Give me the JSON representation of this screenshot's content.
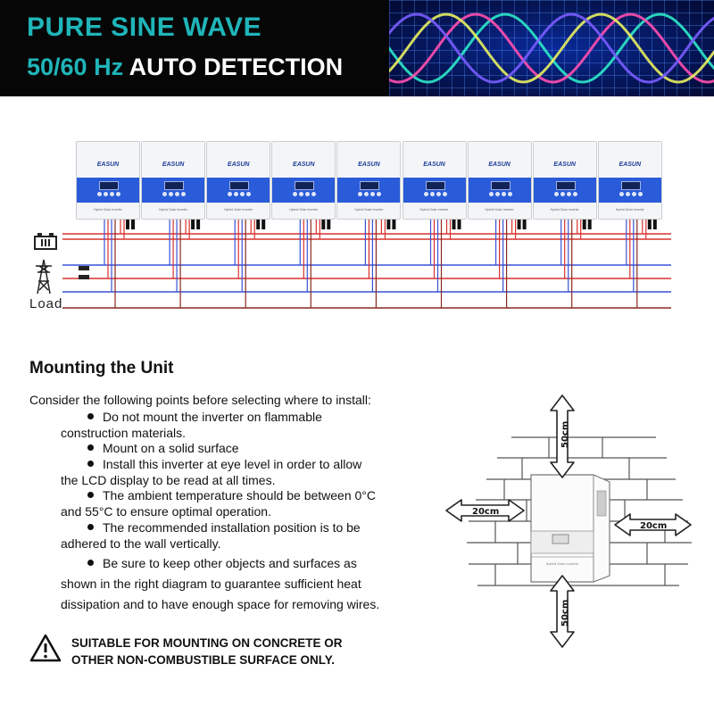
{
  "banner": {
    "line1": "PURE SINE WAVE",
    "line2_freq": "50/60 Hz",
    "line2_rest": "AUTO DETECTION",
    "wave_colors": [
      "#2de8c8",
      "#ff4fb0",
      "#e8f060",
      "#7a5cff"
    ]
  },
  "diagram": {
    "inverter_count": 9,
    "inverter_brand": "EASUN",
    "inverter_model": "Hybrid Solar Inverter",
    "load_label": "Load",
    "line_colors": {
      "red": "#d8322e",
      "blue": "#3852d6",
      "brown": "#8a2a20"
    },
    "icons": [
      "battery-icon",
      "grid-tower-icon"
    ]
  },
  "mounting": {
    "title": "Mounting the Unit",
    "intro": "Consider the following points before selecting where to install:",
    "bullets": [
      {
        "line1": "Do not mount the inverter on flammable",
        "line2": "construction materials."
      },
      {
        "line1": "Mount on a solid surface"
      },
      {
        "line1": "Install this inverter at eye level in order to allow",
        "line2": "the LCD display to be read at all times."
      },
      {
        "line1": "The ambient temperature should be between 0°C",
        "line2": "and 55°C to ensure optimal operation."
      },
      {
        "line1": "The recommended installation position is to be",
        "line2": "adhered to the wall vertically."
      },
      {
        "line1": "Be sure to keep other objects and surfaces as",
        "line2": "shown in the right diagram to guarantee sufficient heat",
        "line3": "dissipation and to have enough space for removing wires."
      }
    ],
    "warning_line1": "SUITABLE FOR MOUNTING ON CONCRETE OR",
    "warning_line2": "OTHER NON-COMBUSTIBLE SURFACE ONLY."
  },
  "clearance": {
    "top": "50cm",
    "bottom": "50cm",
    "left": "20cm",
    "right": "20cm",
    "unit_model": "Hybrid Solar Inverter"
  }
}
